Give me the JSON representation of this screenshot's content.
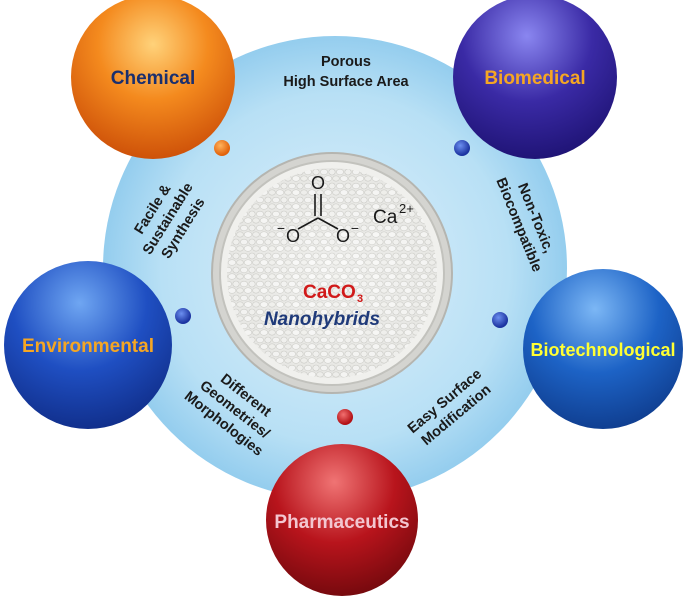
{
  "center": {
    "formula_main": "CaCO",
    "formula_sub": "3",
    "subtitle": "Nanohybrids",
    "structure": {
      "atom_top": "O",
      "carbon": "C",
      "atom_left": "O",
      "atom_right": "O",
      "charge_left": "−",
      "charge_right": "−",
      "ion": "Ca",
      "ion_charge": "2+"
    }
  },
  "properties": {
    "top_line1": "Porous",
    "top_line2": "High Surface Area",
    "left_line1": "Facile &",
    "left_line2": "Sustainable",
    "left_line3": "Synthesis",
    "right_line1": "Non-Toxic,",
    "right_line2": "Biocompatible",
    "bottom_left_line1": "Different",
    "bottom_left_line2": "Geometries/",
    "bottom_left_line3": "Morphologies",
    "bottom_right_line1": "Easy Surface",
    "bottom_right_line2": "Modification"
  },
  "applications": {
    "chemical": "Chemical",
    "biomedical": "Biomedical",
    "environmental": "Environmental",
    "biotechnological": "Biotechnological",
    "pharmaceutics": "Pharmaceutics"
  },
  "colors": {
    "ring": "#a9d8f2",
    "chemical": "#ef6b10",
    "biomedical": "#3d2aa8",
    "environmental": "#1d4fc4",
    "biotechnological": "#1a62c8",
    "pharmaceutics": "#b3141c",
    "formula_red": "#d11a1a",
    "subtitle_navy": "#1f3a7a",
    "label_orange": "#f5a623",
    "label_yellow": "#ffff33",
    "label_navy": "#1a2f6e",
    "label_pink": "#f3c6d0"
  }
}
